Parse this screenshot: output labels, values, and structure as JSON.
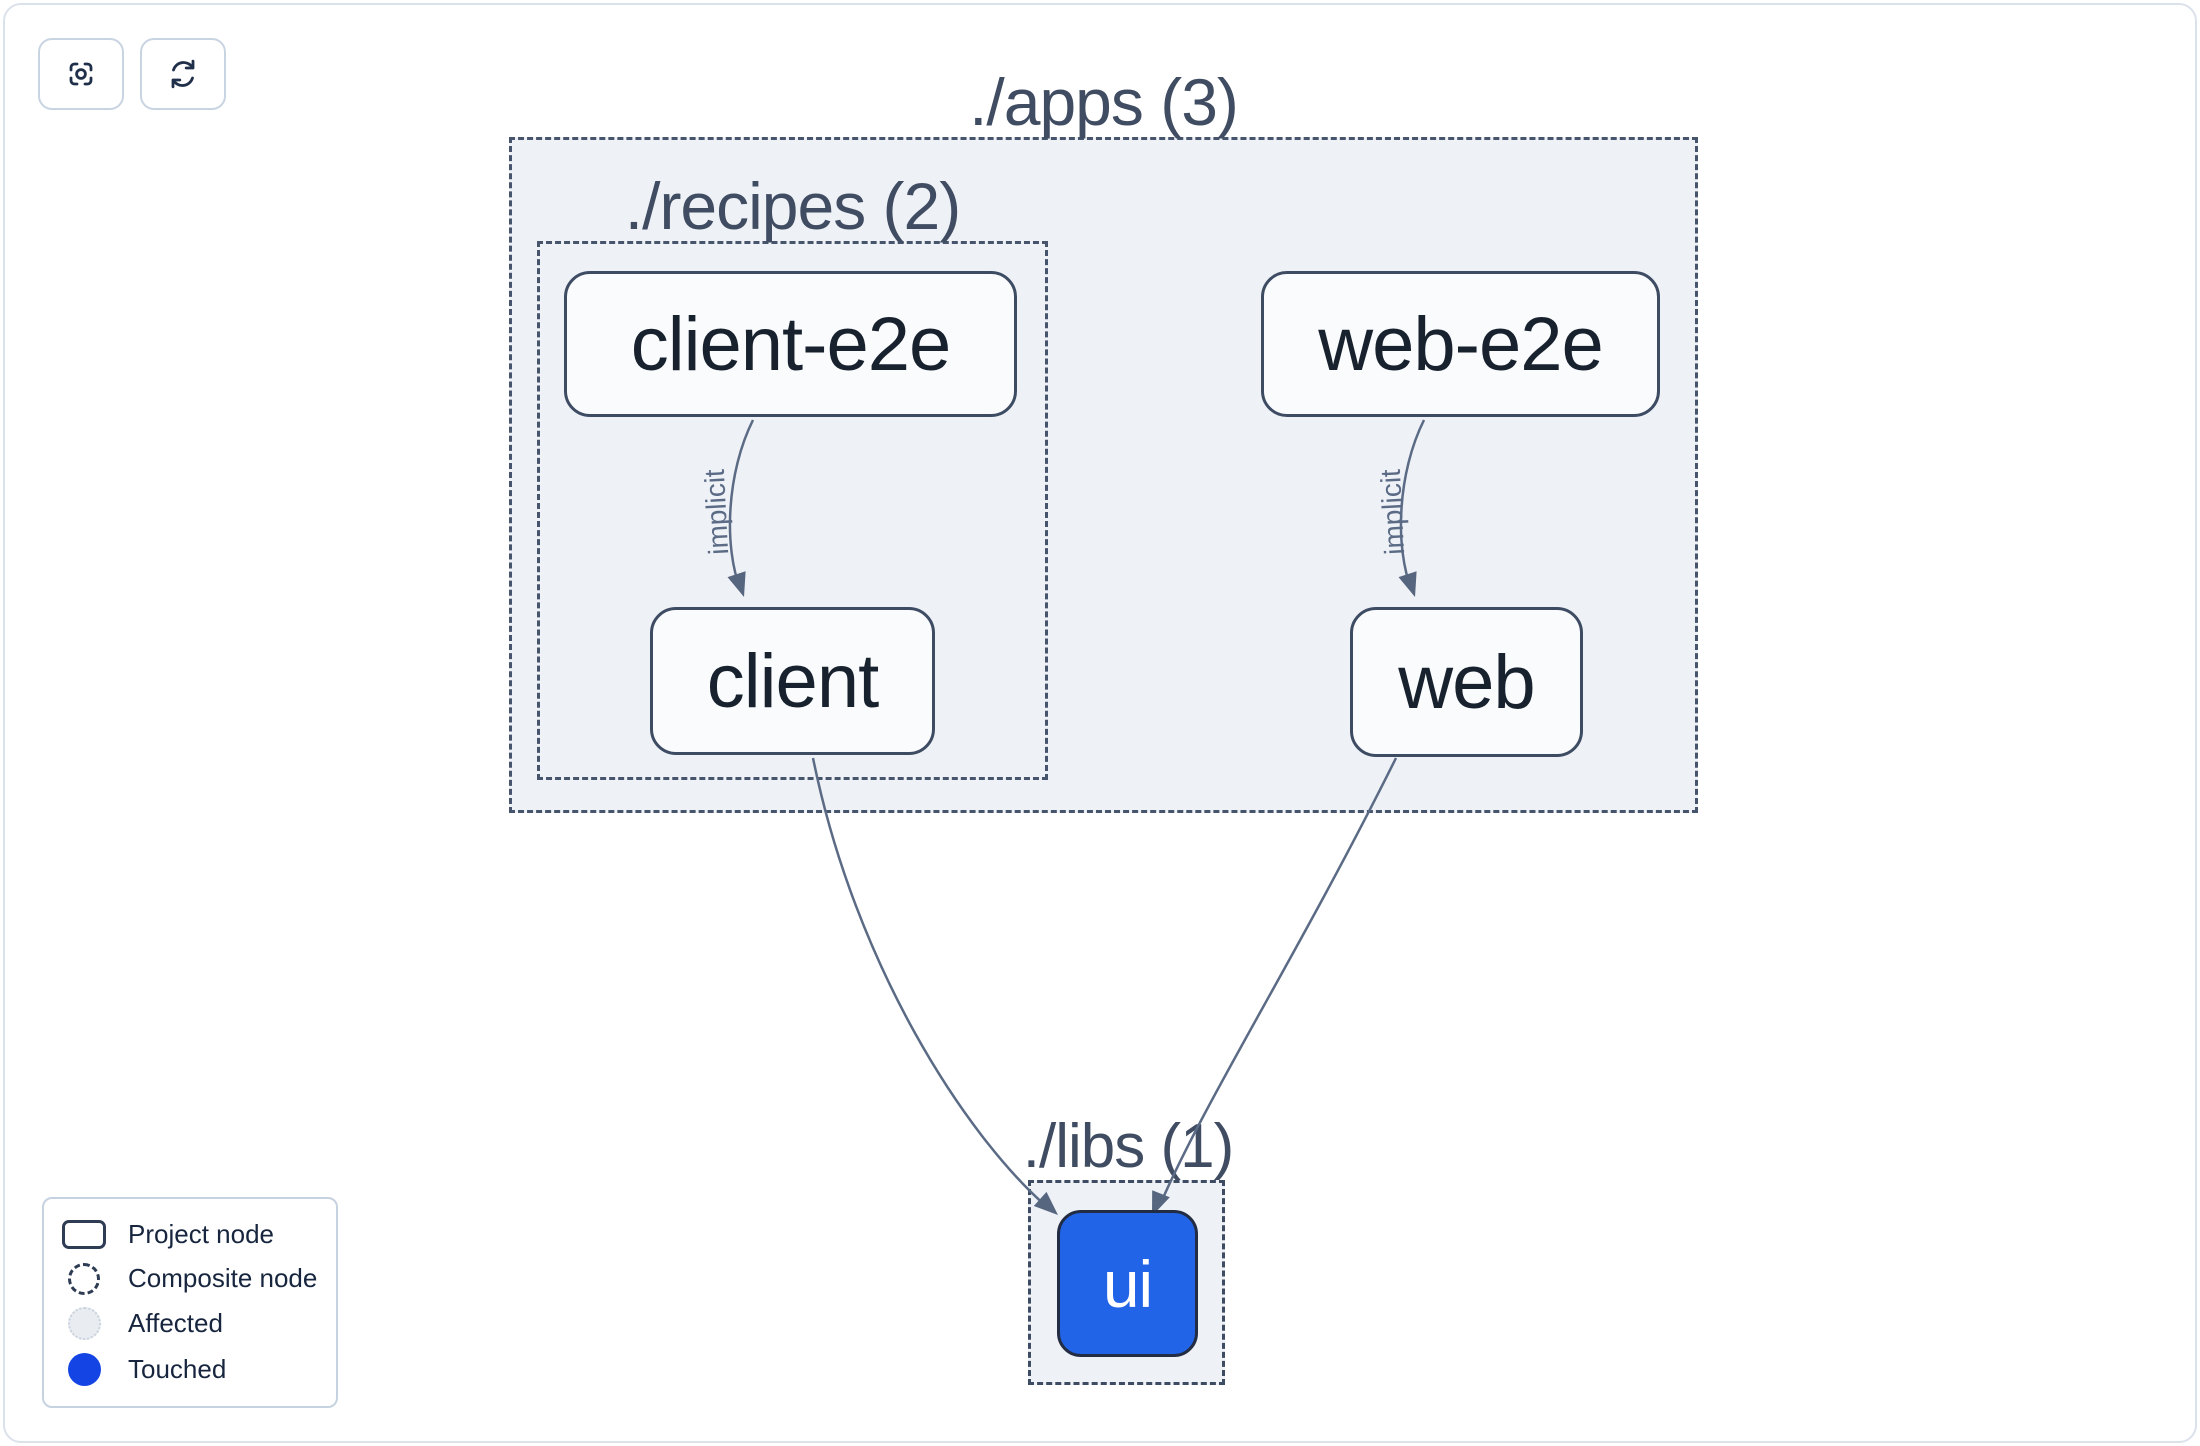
{
  "toolbar": {
    "buttons": [
      {
        "name": "focus",
        "icon": "focus-icon"
      },
      {
        "name": "refresh",
        "icon": "refresh-icon"
      }
    ]
  },
  "graph": {
    "groups": [
      {
        "id": "apps",
        "title": "./apps (3)"
      },
      {
        "id": "recipes",
        "title": "./recipes (2)"
      },
      {
        "id": "libs",
        "title": "./libs (1)"
      }
    ],
    "nodes": [
      {
        "id": "client-e2e",
        "label": "client-e2e",
        "group": "recipes",
        "state": "default"
      },
      {
        "id": "web-e2e",
        "label": "web-e2e",
        "group": "apps",
        "state": "default"
      },
      {
        "id": "client",
        "label": "client",
        "group": "recipes",
        "state": "default"
      },
      {
        "id": "web",
        "label": "web",
        "group": "apps",
        "state": "default"
      },
      {
        "id": "ui",
        "label": "ui",
        "group": "libs",
        "state": "touched"
      }
    ],
    "edges": [
      {
        "from": "client-e2e",
        "to": "client",
        "label": "implicit"
      },
      {
        "from": "web-e2e",
        "to": "web",
        "label": "implicit"
      },
      {
        "from": "client",
        "to": "ui",
        "label": ""
      },
      {
        "from": "web",
        "to": "ui",
        "label": ""
      }
    ]
  },
  "legend": {
    "items": [
      {
        "label": "Project node"
      },
      {
        "label": "Composite node"
      },
      {
        "label": "Affected"
      },
      {
        "label": "Touched"
      }
    ]
  },
  "colors": {
    "container_fill": "#eef1f6",
    "dashed_border": "#46546c",
    "node_border": "#3e4c63",
    "node_fill": "#fafbfd",
    "node_text": "#18222f",
    "title_text": "#3f4c62",
    "edge": "#5b6b85",
    "touched_node_fill": "#2264e8",
    "touched_legend_fill": "#1444e4",
    "affected_fill": "#e9edf2"
  }
}
